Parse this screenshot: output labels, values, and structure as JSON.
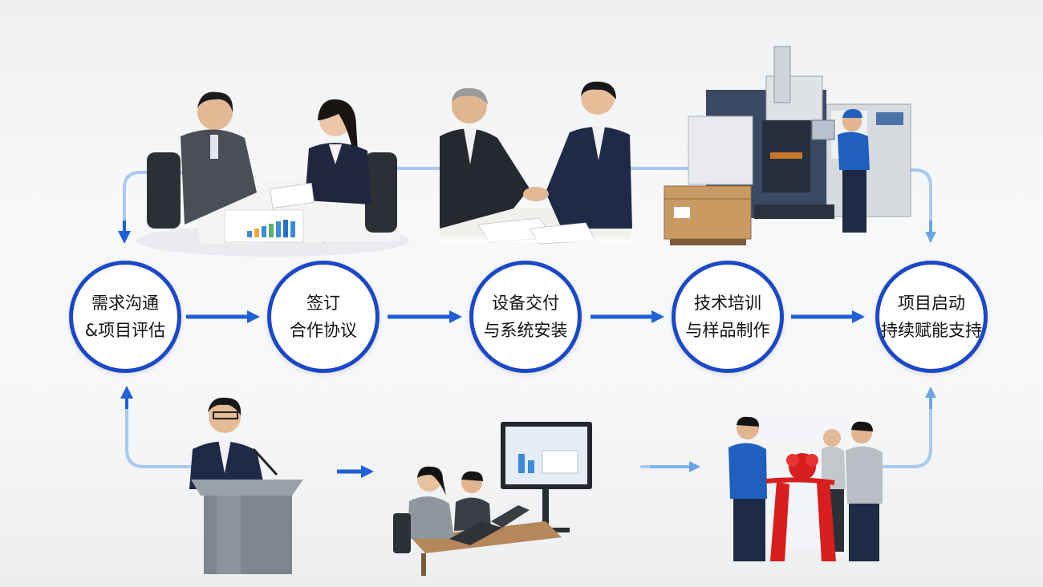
{
  "steps": [
    {
      "line1": "需求沟通",
      "line2": "&项目评估"
    },
    {
      "line1": "签订",
      "line2": "合作协议"
    },
    {
      "line1": "设备交付",
      "line2": "与系统安装"
    },
    {
      "line1": "技术培训",
      "line2": "与样品制作"
    },
    {
      "line1": "项目启动",
      "line2": "持续赋能支持"
    }
  ],
  "photos": [
    {
      "name": "meeting-photo",
      "subject": "business meeting"
    },
    {
      "name": "handshake-photo",
      "subject": "handshake"
    },
    {
      "name": "machine-photo",
      "subject": "industrial machine"
    },
    {
      "name": "presentation-photo",
      "subject": "presenter at podium"
    },
    {
      "name": "training-photo",
      "subject": "training room"
    },
    {
      "name": "ribbon-cutting-photo",
      "subject": "ribbon cutting"
    }
  ],
  "colors": {
    "circle_border": "#1b48c9",
    "arrow_main": "#1f5fd8",
    "arrow_light": "#7fb4ec",
    "suit_dark": "#2b3446",
    "uniform_blue": "#1f5fbf",
    "ribbon_red": "#d81e1e"
  }
}
